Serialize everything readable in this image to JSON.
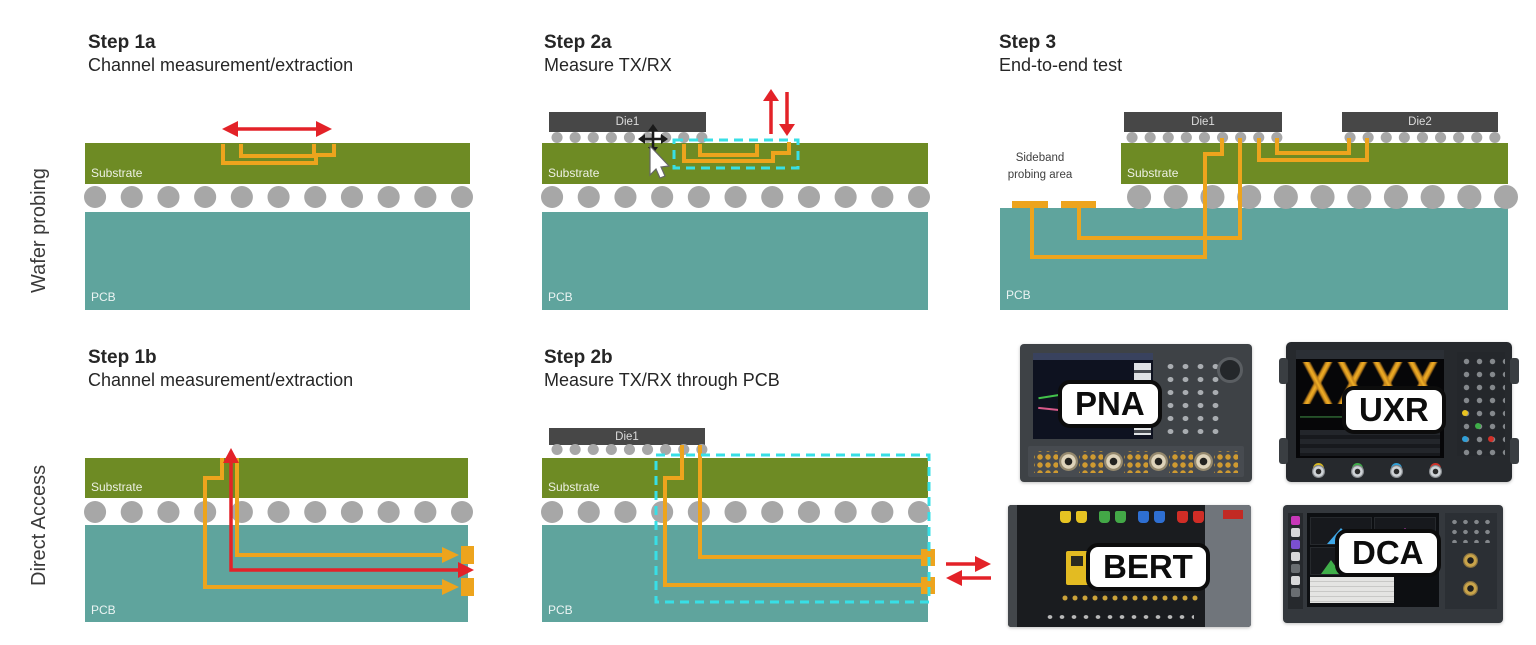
{
  "colors": {
    "substrate": "#6e8b24",
    "pcb": "#5fa49d",
    "ball": "#a7a7a7",
    "die": "#474747",
    "trace": "#eda41d",
    "red": "#e32228",
    "cyan": "#38dfe6",
    "text_dark": "#262626",
    "text_side": "#3a3a3a"
  },
  "side_labels": {
    "top": "Wafer probing",
    "bottom": "Direct Access"
  },
  "panels": {
    "step1a": {
      "title": "Step 1a",
      "subtitle": "Channel measurement/extraction",
      "substrate_label": "Substrate",
      "pcb_label": "PCB"
    },
    "step2a": {
      "title": "Step 2a",
      "subtitle": "Measure TX/RX",
      "die1_label": "Die1",
      "substrate_label": "Substrate",
      "pcb_label": "PCB"
    },
    "step3": {
      "title": "Step 3",
      "subtitle": "End-to-end test",
      "die1_label": "Die1",
      "die2_label": "Die2",
      "substrate_label": "Substrate",
      "pcb_label": "PCB",
      "sideband_label": "Sideband probing area"
    },
    "step1b": {
      "title": "Step 1b",
      "subtitle": "Channel measurement/extraction",
      "substrate_label": "Substrate",
      "pcb_label": "PCB"
    },
    "step2b": {
      "title": "Step 2b",
      "subtitle": "Measure TX/RX through PCB",
      "die1_label": "Die1",
      "substrate_label": "Substrate",
      "pcb_label": "PCB"
    }
  },
  "instruments": {
    "pna": {
      "label": "PNA"
    },
    "uxr": {
      "label": "UXR"
    },
    "bert": {
      "label": "BERT"
    },
    "dca": {
      "label": "DCA"
    }
  }
}
